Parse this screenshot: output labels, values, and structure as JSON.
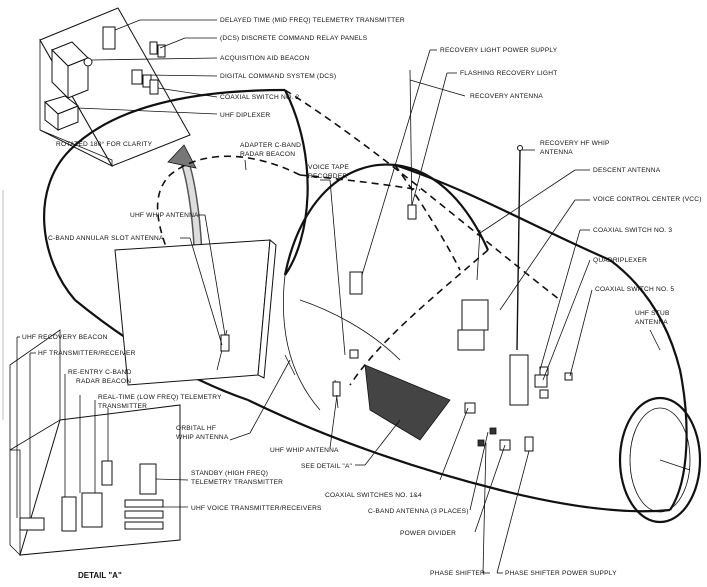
{
  "labels": {
    "delayed_time": "DELAYED TIME (MID FREQ) TELEMETRY TRANSMITTER",
    "dcs_relay": "(DCS) DISCRETE COMMAND RELAY PANELS",
    "acq_aid": "ACQUISITION AID BEACON",
    "dcs": "DIGITAL COMMAND SYSTEM (DCS)",
    "coax_sw2": "COAXIAL SWITCH NO. 2",
    "uhf_diplexer": "UHF DIPLEXER",
    "rotated": "ROTATED 180° FOR CLARITY",
    "adapter_cband_1": "ADAPTER C-BAND",
    "adapter_cband_2": "RADAR BEACON",
    "recovery_light_ps": "RECOVERY LIGHT POWER SUPPLY",
    "flashing_light": "FLASHING RECOVERY LIGHT",
    "recovery_antenna": "RECOVERY  ANTENNA",
    "recovery_hf_1": "RECOVERY HF WHIP",
    "recovery_hf_2": "ANTENNA",
    "descent_antenna": "DESCENT ANTENNA",
    "voice_tape_1": "VOICE TAPE",
    "voice_tape_2": "RECORDER",
    "vcc": "VOICE CONTROL CENTER (VCC)",
    "coax_sw3": "COAXIAL SWITCH NO. 3",
    "quadriplexer": "QUADRIPLEXER",
    "coax_sw5": "COAXIAL SWITCH NO. 5",
    "uhf_whip_upper": "UHF WHIP ANTENNA",
    "cband_annular": "C-BAND ANNULAR SLOT ANTENNA",
    "uhf_stub_1": "UHF STUB",
    "uhf_stub_2": "ANTENNA",
    "uhf_recovery_beacon": "UHF RECOVERY BEACON",
    "hf_tx_rx": "HF TRANSMITTER/RECEIVER",
    "reentry_1": "RE-ENTRY  C-BAND",
    "reentry_2": "RADAR BEACON",
    "realtime_1": "REAL-TIME (LOW FREQ) TELEMETRY",
    "realtime_2": "TRANSMITTER",
    "orbital_hf_1": "ORBITAL HF",
    "orbital_hf_2": "WHIP ANTENNA",
    "uhf_whip_lower": "UHF WHIP ANTENNA",
    "standby_1": "STANDBY (HIGH FREQ)",
    "standby_2": "TELEMETRY TRANSMITTER",
    "see_detail": "SEE DETAIL \"A\"",
    "coax_sw_1a": "COAXIAL SWITCHES NO. 1&4",
    "uhf_voice": "UHF VOICE TRANSMITTER/RECEIVERS",
    "cband_antenna": "C-BAND ANTENNA (3 PLACES)",
    "power_divider": "POWER DIVIDER",
    "phase_shifter": "PHASE SHIFTER",
    "phase_shifter_ps": "PHASE SHIFTER POWER SUPPLY",
    "detail_a": "DETAIL \"A\""
  }
}
